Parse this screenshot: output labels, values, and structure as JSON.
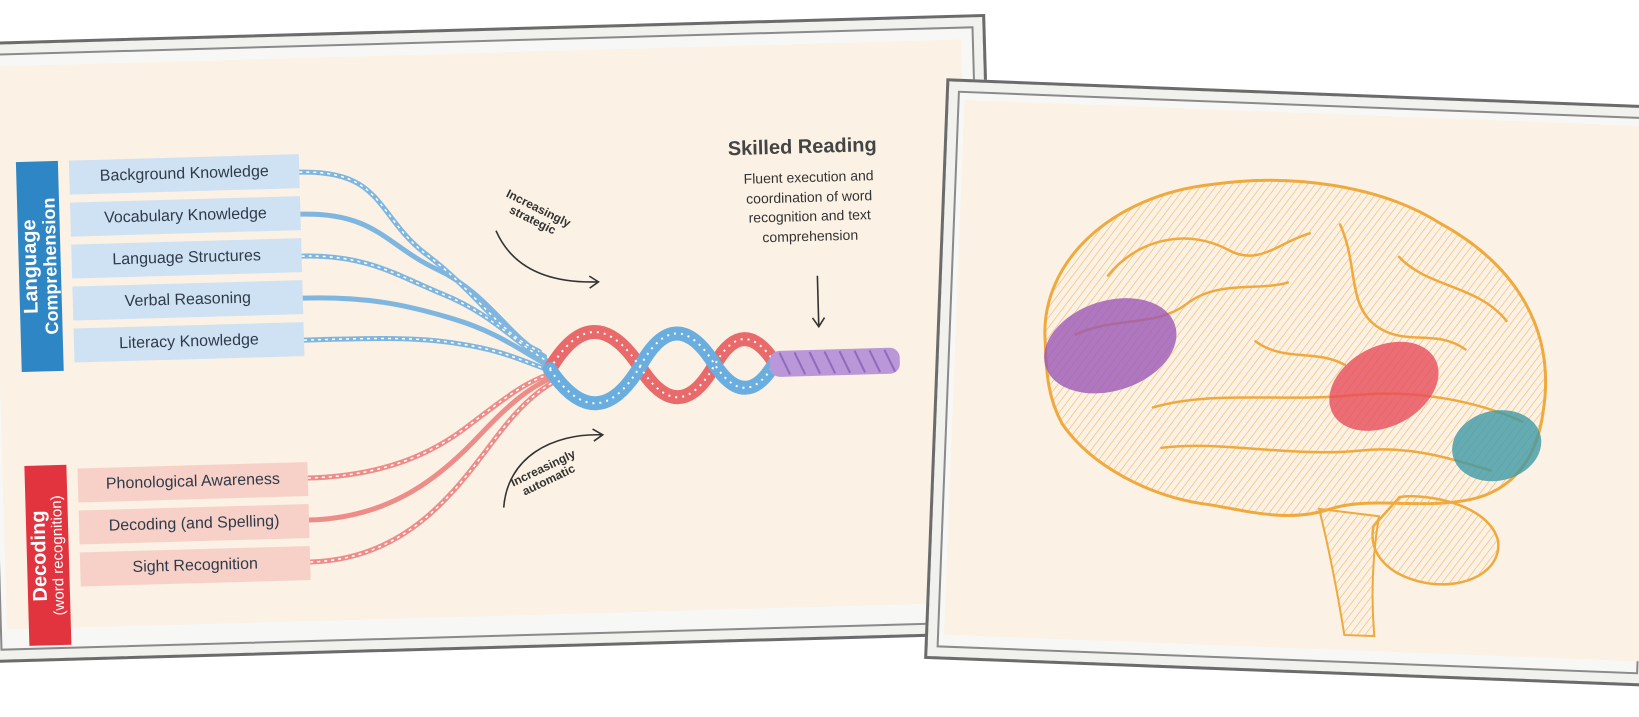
{
  "reading_rope": {
    "categories": {
      "language": {
        "line1": "Language",
        "line2": "Comprehension"
      },
      "decoding": {
        "line1": "Decoding",
        "line2": "(word recognition)"
      }
    },
    "language_strands": [
      "Background Knowledge",
      "Vocabulary Knowledge",
      "Language Structures",
      "Verbal Reasoning",
      "Literacy Knowledge"
    ],
    "decoding_strands": [
      "Phonological Awareness",
      "Decoding (and Spelling)",
      "Sight Recognition"
    ],
    "annotations": {
      "strategic": {
        "line1": "Increasingly",
        "line2": "strategic"
      },
      "automatic": {
        "line1": "Increasingly",
        "line2": "automatic"
      }
    },
    "outcome": {
      "title": "Skilled Reading",
      "description": "Fluent execution and coordination of word recognition and text comprehension"
    }
  },
  "colors": {
    "language": "#2f86c5",
    "decoding": "#e2343f",
    "combined": "#a57fc9",
    "panel": "#fbf1e4",
    "brain_outline": "#f0a93c",
    "region_purple": "#9b59b6",
    "region_red": "#e74c5a",
    "region_teal": "#3f9aa6"
  },
  "brain": {
    "highlighted_regions": [
      "purple",
      "red",
      "teal"
    ]
  }
}
